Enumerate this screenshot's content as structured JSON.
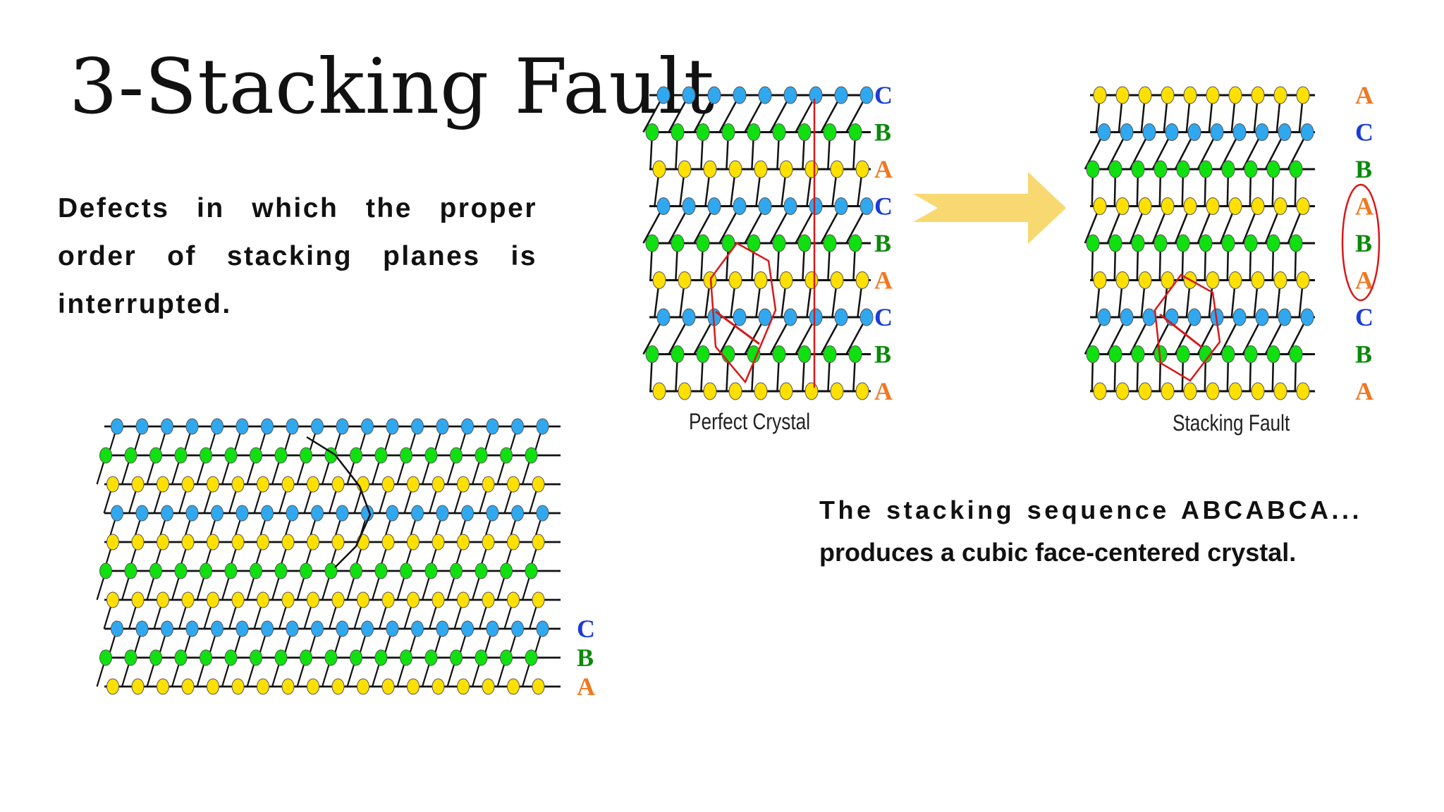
{
  "title": "3-Stacking Fault",
  "description_left": "Defects in which the proper order of stacking planes is interrupted.",
  "description_right_line1": "The stacking sequence ABCABCA...",
  "description_right_line2": "produces a cubic face-centered crystal.",
  "figures": {
    "perfect_crystal": {
      "caption": "Perfect Crystal",
      "layers": [
        "C",
        "B",
        "A",
        "C",
        "B",
        "A",
        "C",
        "B",
        "A"
      ]
    },
    "stacking_fault": {
      "caption": "Stacking Fault",
      "layers": [
        "A",
        "C",
        "B",
        "A",
        "B",
        "A",
        "C",
        "B",
        "A"
      ]
    },
    "edge_dislocation": {
      "layers": [
        "C",
        "B",
        "A"
      ]
    }
  },
  "colors": {
    "A": "#f07820",
    "B": "#0a8a0a",
    "C": "#1a3cd8",
    "atom_A": "#ffe000",
    "atom_B": "#10e010",
    "atom_C": "#30a8f0",
    "arrow": "#f8d870",
    "highlight": "#d81818"
  }
}
